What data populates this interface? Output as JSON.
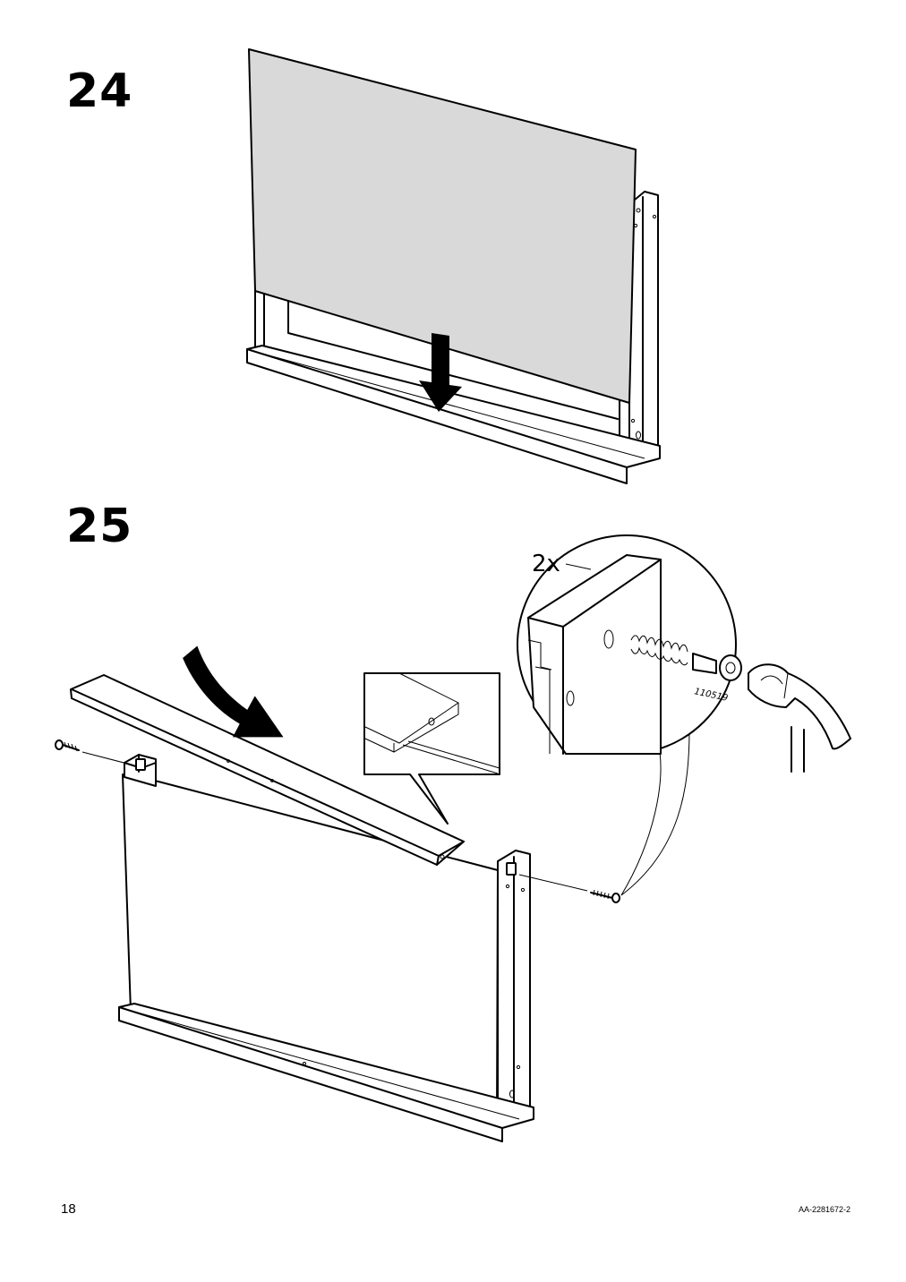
{
  "page": {
    "page_number": "18",
    "document_id": "AA-2281672-2"
  },
  "steps": [
    {
      "number": "24"
    },
    {
      "number": "25",
      "quantity_label": "2x",
      "part_number": "110519"
    }
  ],
  "colors": {
    "panel_fill": "#d9d9d9",
    "line": "#000000",
    "background": "#ffffff"
  },
  "icons": [
    "down-arrow-icon",
    "curved-arrow-icon",
    "screw-icon",
    "dowel-icon",
    "hammer-icon"
  ]
}
